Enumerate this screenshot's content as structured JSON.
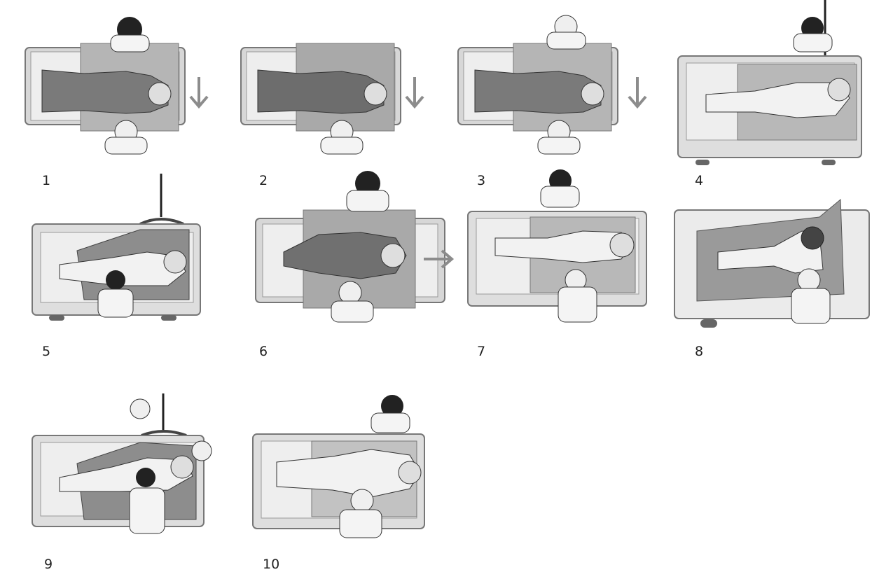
{
  "steps": [
    {
      "number": "1",
      "view": "top",
      "arrow": "down"
    },
    {
      "number": "2",
      "view": "top",
      "arrow": "down"
    },
    {
      "number": "3",
      "view": "top",
      "arrow": "down"
    },
    {
      "number": "4",
      "view": "side",
      "arrow": ""
    },
    {
      "number": "5",
      "view": "side",
      "arrow": ""
    },
    {
      "number": "6",
      "view": "top",
      "arrow": "right"
    },
    {
      "number": "7",
      "view": "side",
      "arrow": ""
    },
    {
      "number": "8",
      "view": "side",
      "arrow": ""
    },
    {
      "number": "9",
      "view": "side",
      "arrow": ""
    },
    {
      "number": "10",
      "view": "side",
      "arrow": ""
    }
  ],
  "colors": {
    "bed_frame": "#8a8a8a",
    "mattress": "#e6e6e6",
    "sheet": "#a9a9a9",
    "patient_clothes": "#7d7d7d",
    "skin": "#dcdcdc",
    "hair_dark": "#1e1e1e",
    "arrow": "#8c8c8c"
  }
}
